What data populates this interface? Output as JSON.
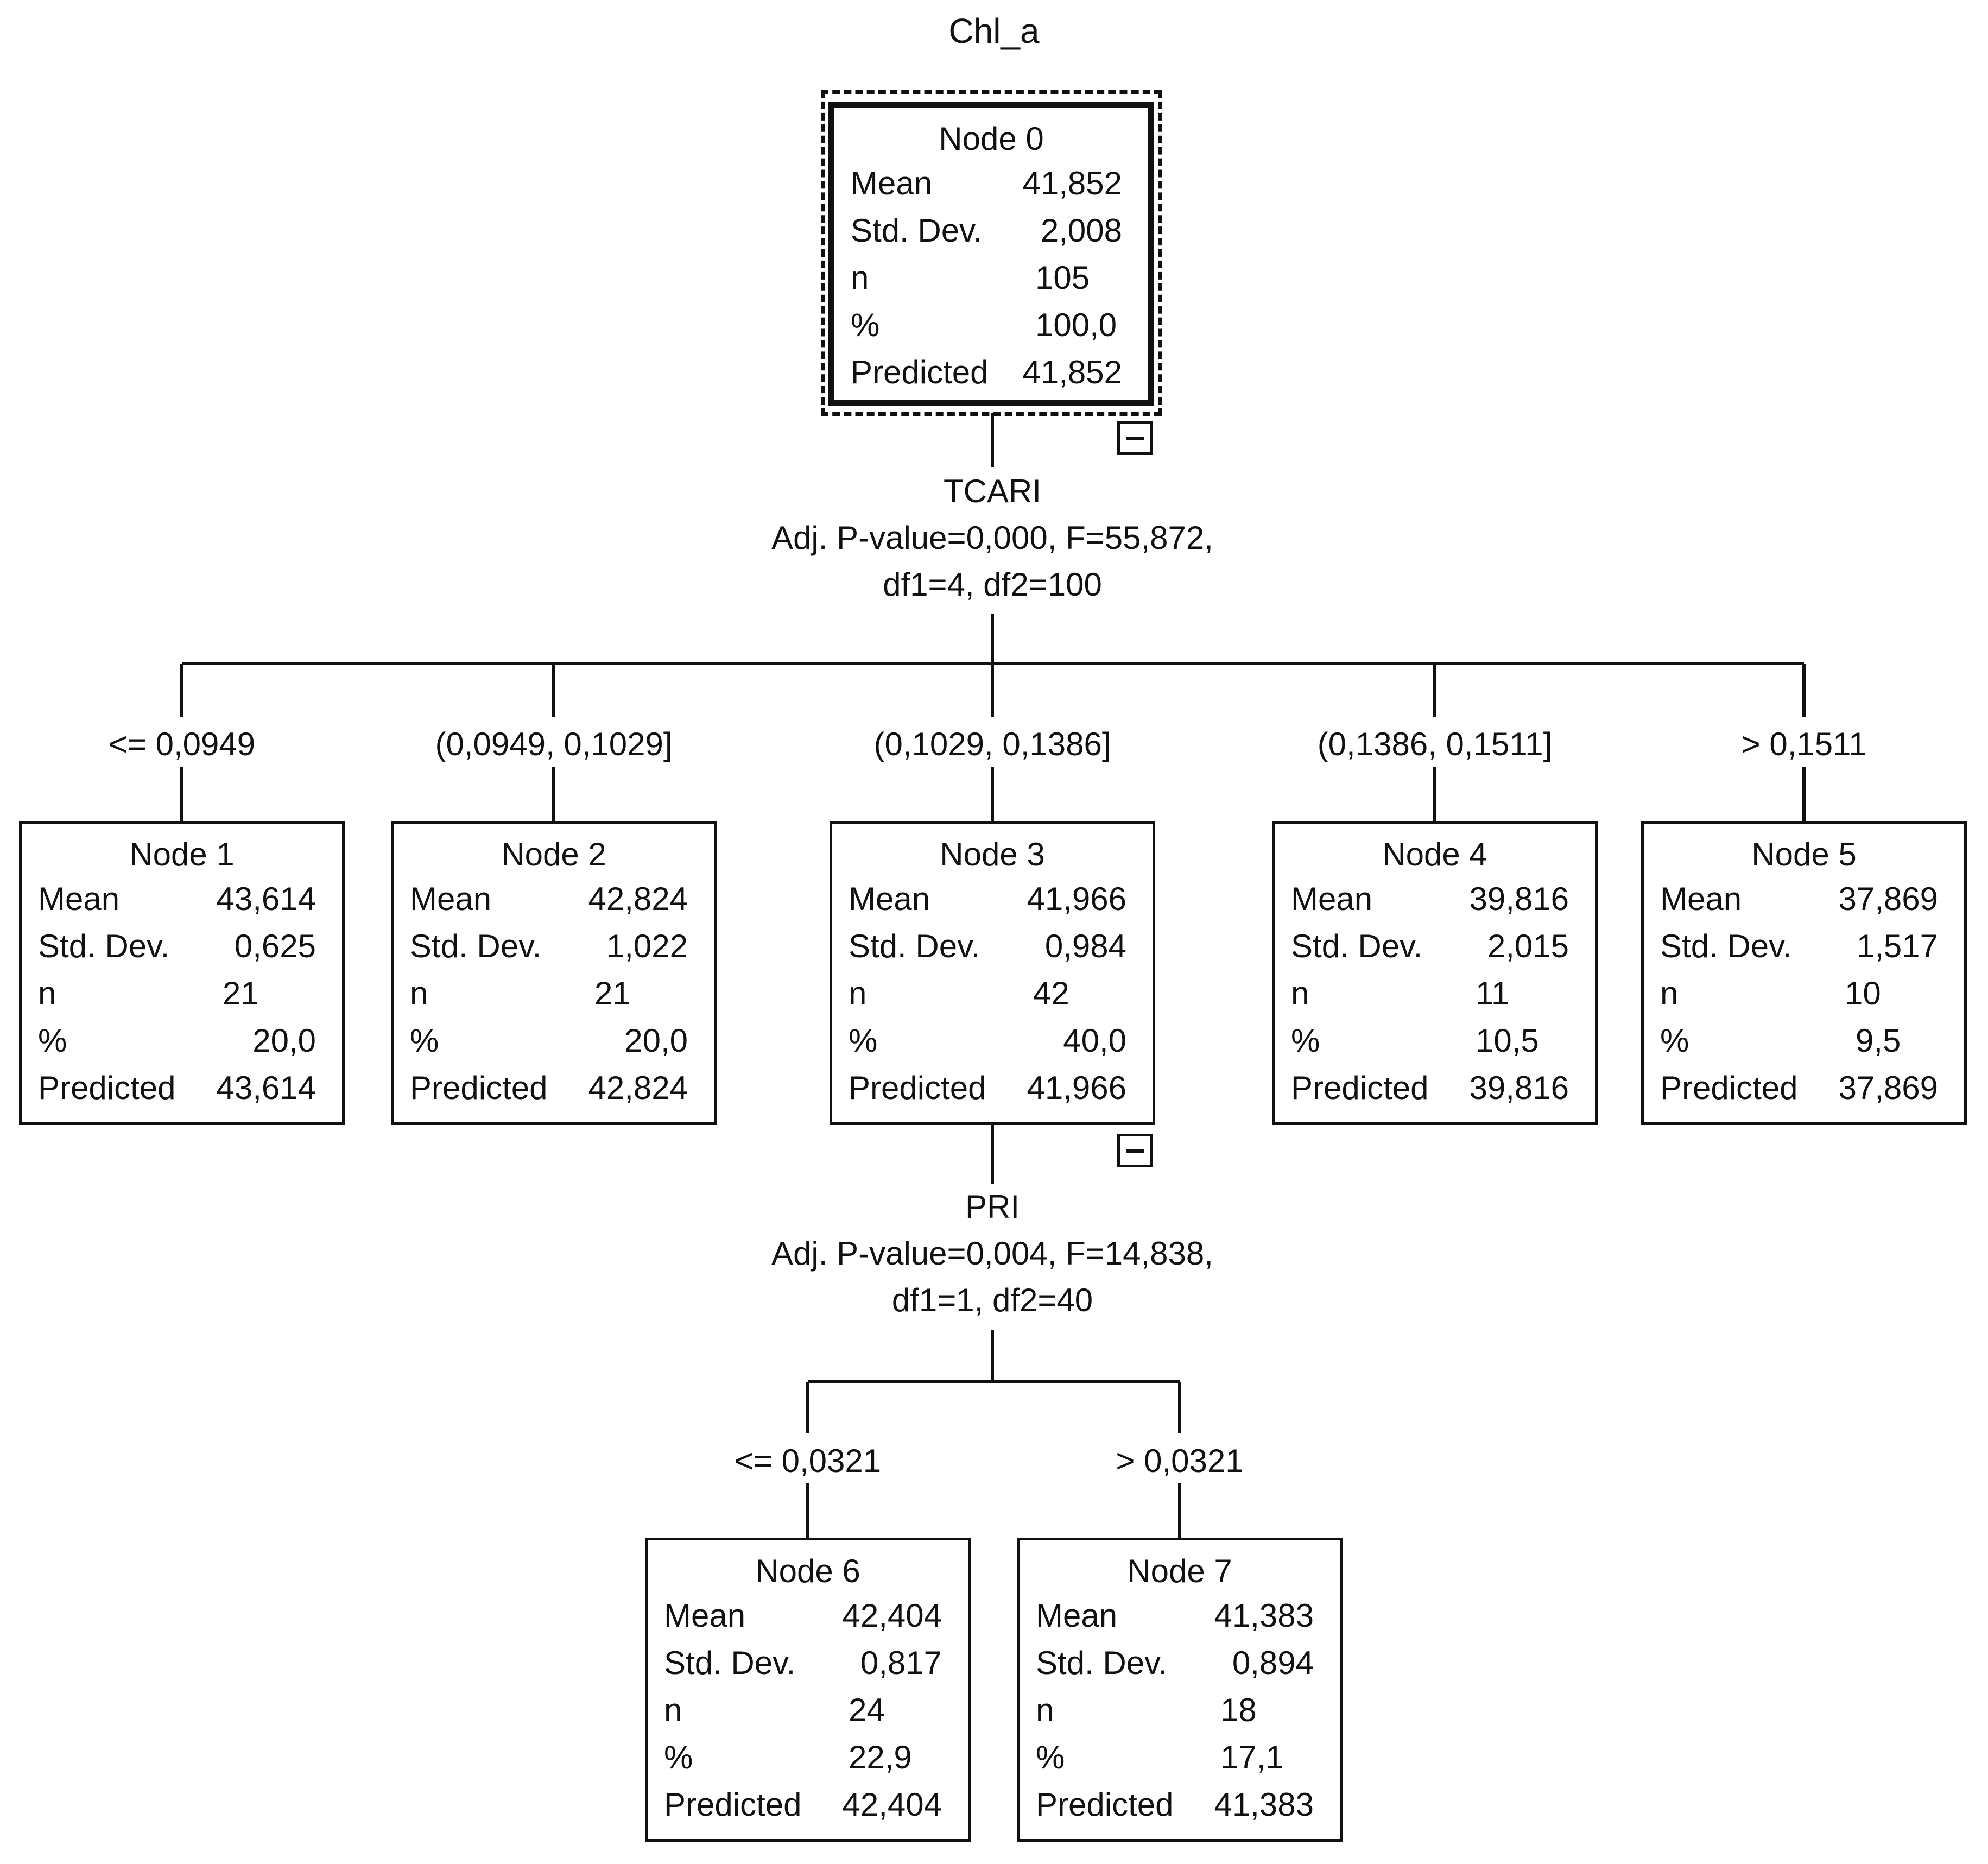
{
  "title": "Chl_a",
  "labels": {
    "mean": "Mean",
    "std": "Std. Dev.",
    "n": "n",
    "pct": "%",
    "pred": "Predicted"
  },
  "nodes": [
    {
      "name": "Node 0",
      "mean": "41,852",
      "std": "2,008",
      "n": "105",
      "pct": "100,0",
      "predicted": "41,852"
    },
    {
      "name": "Node 1",
      "mean": "43,614",
      "std": "0,625",
      "n": "21",
      "pct": "20,0",
      "predicted": "43,614"
    },
    {
      "name": "Node 2",
      "mean": "42,824",
      "std": "1,022",
      "n": "21",
      "pct": "20,0",
      "predicted": "42,824"
    },
    {
      "name": "Node 3",
      "mean": "41,966",
      "std": "0,984",
      "n": "42",
      "pct": "40,0",
      "predicted": "41,966"
    },
    {
      "name": "Node 4",
      "mean": "39,816",
      "std": "2,015",
      "n": "11",
      "pct": "10,5",
      "predicted": "39,816"
    },
    {
      "name": "Node 5",
      "mean": "37,869",
      "std": "1,517",
      "n": "10",
      "pct": "9,5",
      "predicted": "37,869"
    },
    {
      "name": "Node 6",
      "mean": "42,404",
      "std": "0,817",
      "n": "24",
      "pct": "22,9",
      "predicted": "42,404"
    },
    {
      "name": "Node 7",
      "mean": "41,383",
      "std": "0,894",
      "n": "18",
      "pct": "17,1",
      "predicted": "41,383"
    }
  ],
  "splits": [
    {
      "variable": "TCARI",
      "line1": "Adj. P-value=0,000, F=55,872,",
      "line2": "df1=4, df2=100"
    },
    {
      "variable": "PRI",
      "line1": "Adj. P-value=0,004, F=14,838,",
      "line2": "df1=1, df2=40"
    }
  ],
  "branches": [
    "<= 0,0949",
    "(0,0949, 0,1029]",
    "(0,1029, 0,1386]",
    "(0,1386, 0,1511]",
    "> 0,1511",
    "<= 0,0321",
    "> 0,0321"
  ]
}
